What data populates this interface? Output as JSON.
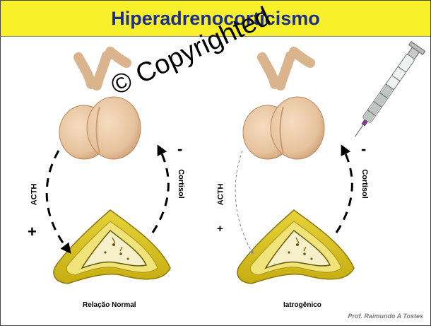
{
  "title": "Hiperadrenocorticismo",
  "left_panel": {
    "caption": "Relação Normal",
    "acth_label": "ACTH",
    "cortisol_label": "Cortisol",
    "plus_sign": "+",
    "minus_sign": "-"
  },
  "right_panel": {
    "caption": "Iatrogênico",
    "acth_label": "ACTH",
    "cortisol_label": "Cortisol",
    "plus_sign": "+",
    "minus_sign": "-"
  },
  "watermark": "© Copyrighted",
  "credit": "Prof. Raimundo A Tostes",
  "colors": {
    "title_bg": "#f7f02a",
    "title_text": "#1d2e8c",
    "pituitary": "#e9c7a3",
    "adrenal_outer": "#d8c21f",
    "adrenal_inner": "#f5f0c9"
  }
}
